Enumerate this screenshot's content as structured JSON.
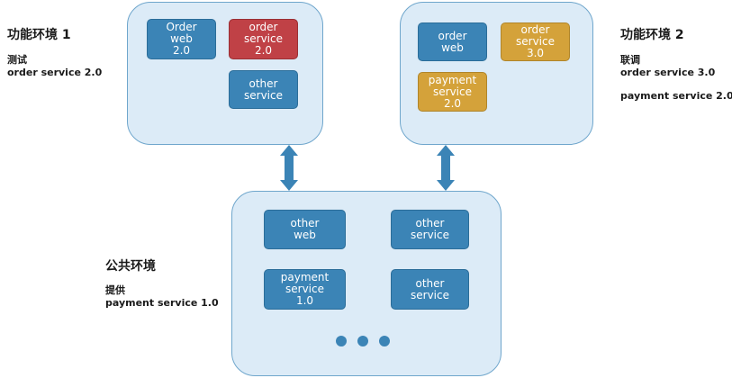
{
  "env1": {
    "title": "功能环境 1",
    "note_line1": "测试",
    "note_line2": "order service 2.0",
    "services": {
      "order_web": "Order\nweb\n2.0",
      "order_service": "order\nservice\n2.0",
      "other_service": "other\nservice"
    }
  },
  "env2": {
    "title": "功能环境 2",
    "note_line1": "联调",
    "note_line2": "order service 3.0",
    "note_line3": "payment service 2.0",
    "services": {
      "order_web": "order\nweb",
      "order_service": "order\nservice\n3.0",
      "payment_service": "payment\nservice\n2.0"
    }
  },
  "public_env": {
    "title": "公共环境",
    "note_line1": "提供",
    "note_line2": "payment service 1.0",
    "services": {
      "other_web": "other\nweb",
      "other_service_1": "other\nservice",
      "payment_service": "payment\nservice\n1.0",
      "other_service_2": "other\nservice"
    }
  },
  "colors": {
    "env_fill": "#dcebf7",
    "service_blue": "#3b84b6",
    "service_red": "#c04146",
    "service_yellow": "#d4a23a"
  }
}
